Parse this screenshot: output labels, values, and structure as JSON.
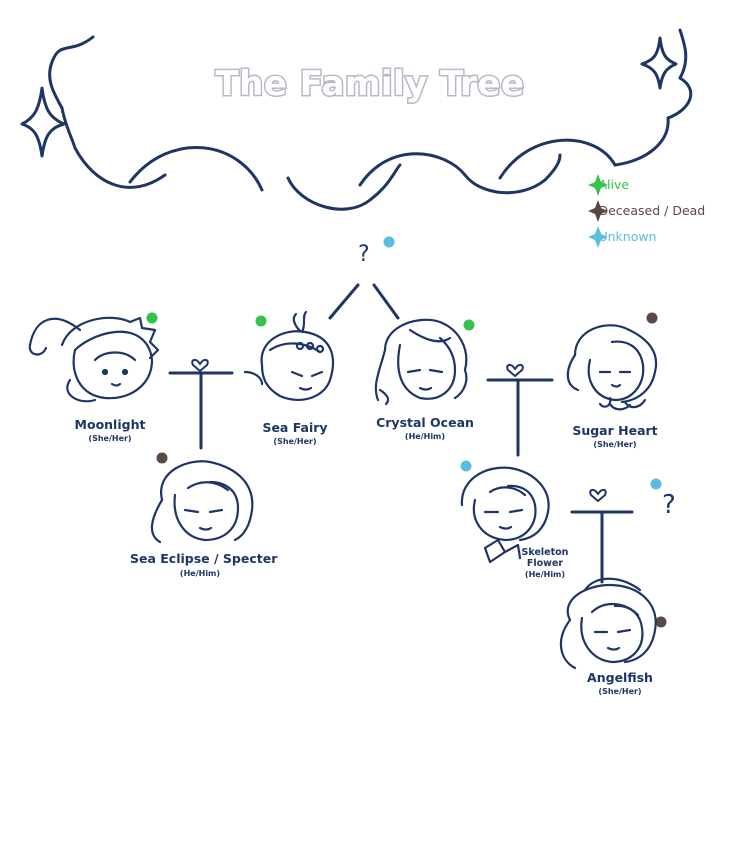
{
  "title": "The Family Tree",
  "legend": {
    "alive": {
      "label": "- Alive",
      "color": "#35c24a"
    },
    "deceased": {
      "label": "- Deceased / Dead",
      "color": "#5b4845"
    },
    "unknown": {
      "label": "- Unknown",
      "color": "#5bbde0"
    }
  },
  "colors": {
    "ink": "#1e3566",
    "alive": "#35c24a",
    "deceased": "#5b4845",
    "unknown": "#5bbde0"
  },
  "characters": {
    "moonlight": {
      "name": "Moonlight",
      "pronouns": "(She/Her)",
      "status": "alive"
    },
    "sea_fairy": {
      "name": "Sea Fairy",
      "pronouns": "(She/Her)",
      "status": "alive"
    },
    "crystal_ocean": {
      "name": "Crystal Ocean",
      "pronouns": "(He/Him)",
      "status": "alive"
    },
    "sugar_heart": {
      "name": "Sugar Heart",
      "pronouns": "(She/Her)",
      "status": "deceased"
    },
    "sea_eclipse": {
      "name": "Sea Eclipse / Specter",
      "pronouns": "(He/Him)",
      "status": "deceased"
    },
    "skeleton_flower": {
      "name_line1": "Skeleton",
      "name_line2": "Flower",
      "pronouns": "(He/Him)",
      "status": "unknown"
    },
    "angelfish": {
      "name": "Angelfish",
      "pronouns": "(She/Her)",
      "status": "deceased"
    },
    "unknown_parents": {
      "mark": "?",
      "status": "unknown"
    },
    "unknown_partner": {
      "mark": "?",
      "status": "unknown"
    }
  }
}
